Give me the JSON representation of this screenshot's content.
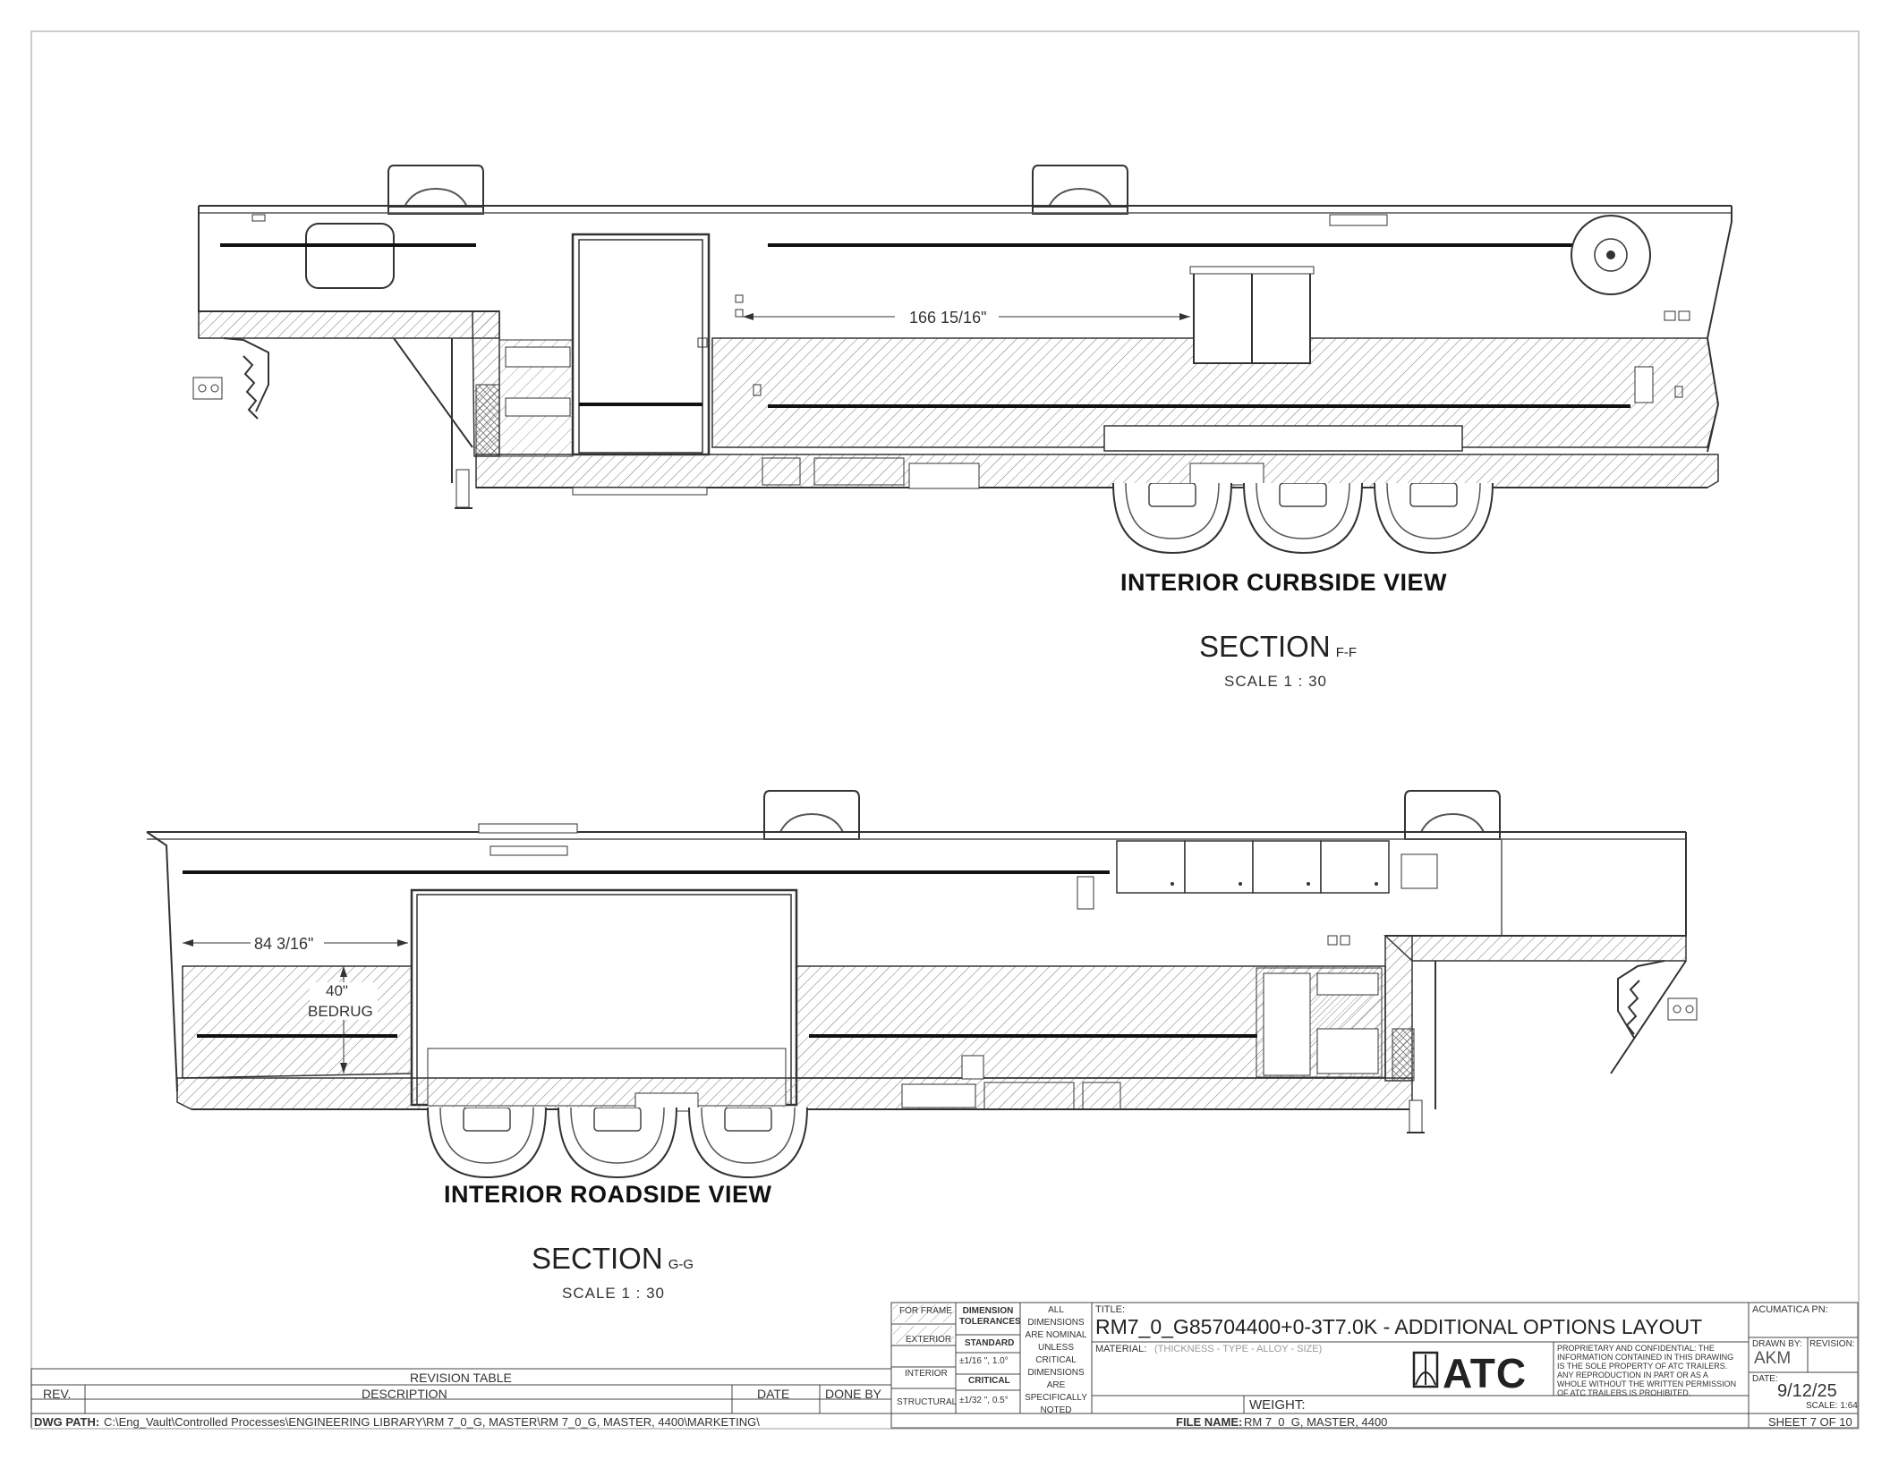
{
  "views": {
    "curbside": {
      "title": "INTERIOR CURBSIDE VIEW",
      "section_word": "SECTION",
      "section_id": "F-F",
      "scale": "SCALE 1 : 30",
      "dimension": "166 15/16\""
    },
    "roadside": {
      "title": "INTERIOR ROADSIDE VIEW",
      "section_word": "SECTION",
      "section_id": "G-G",
      "scale": "SCALE 1 : 30",
      "dimension": "84 3/16\"",
      "bedrug_height": "40\"",
      "bedrug_label": "BEDRUG"
    }
  },
  "title_block": {
    "for_frame": "FOR FRAME",
    "exterior": "EXTERIOR",
    "interior": "INTERIOR",
    "structural": "STRUCTURAL",
    "dim_tol": "DIMENSION TOLERANCES",
    "standard": "STANDARD",
    "standard_val": "±1/16 \", 1.0°",
    "critical": "CRITICAL",
    "critical_val": "±1/32 \", 0.5°",
    "all_dims_1": "ALL",
    "all_dims_2": "DIMENSIONS",
    "all_dims_3": "ARE NOMINAL",
    "all_dims_4": "UNLESS CRITICAL",
    "all_dims_5": "DIMENSIONS",
    "all_dims_6": "ARE",
    "all_dims_7": "SPECIFICALLY",
    "all_dims_8": "NOTED",
    "title_label": "TITLE:",
    "title_value": "RM7_0_G85704400+0-3T7.0K - ADDITIONAL OPTIONS LAYOUT",
    "material_label": "MATERIAL:",
    "material_value": "(THICKNESS - TYPE - ALLOY - SIZE)",
    "logo_text": "ATC",
    "proprietary_1": "PROPRIETARY AND CONFIDENTIAL: THE",
    "proprietary_2": "INFORMATION CONTAINED IN THIS DRAWING",
    "proprietary_3": "IS THE SOLE PROPERTY OF ATC TRAILERS.",
    "proprietary_4": "ANY REPRODUCTION IN PART OR AS A",
    "proprietary_5": "WHOLE WITHOUT THE WRITTEN PERMISSION",
    "proprietary_6": "OF ATC TRAILERS IS PROHIBITED.",
    "acumatica_label": "ACUMATICA PN:",
    "drawn_by_label": "DRAWN BY:",
    "drawn_by_value": "AKM",
    "revision_label": "REVISION:",
    "date_label": "DATE:",
    "date_value": "9/12/25",
    "scale_label": "SCALE: 1:64",
    "weight_label": "WEIGHT:",
    "sheet": "SHEET 7 OF 10",
    "file_name_label": "FILE NAME:",
    "file_name_value": "RM 7_0_G, MASTER, 4400"
  },
  "revision_table": {
    "title": "REVISION TABLE",
    "col_rev": "REV.",
    "col_description": "DESCRIPTION",
    "col_date": "DATE",
    "col_done_by": "DONE BY"
  },
  "dwg_path": {
    "label": "DWG PATH:",
    "value": "C:\\Eng_Vault\\Controlled Processes\\ENGINEERING LIBRARY\\RM 7_0_G, MASTER\\RM 7_0_G, MASTER, 4400\\MARKETING\\"
  }
}
